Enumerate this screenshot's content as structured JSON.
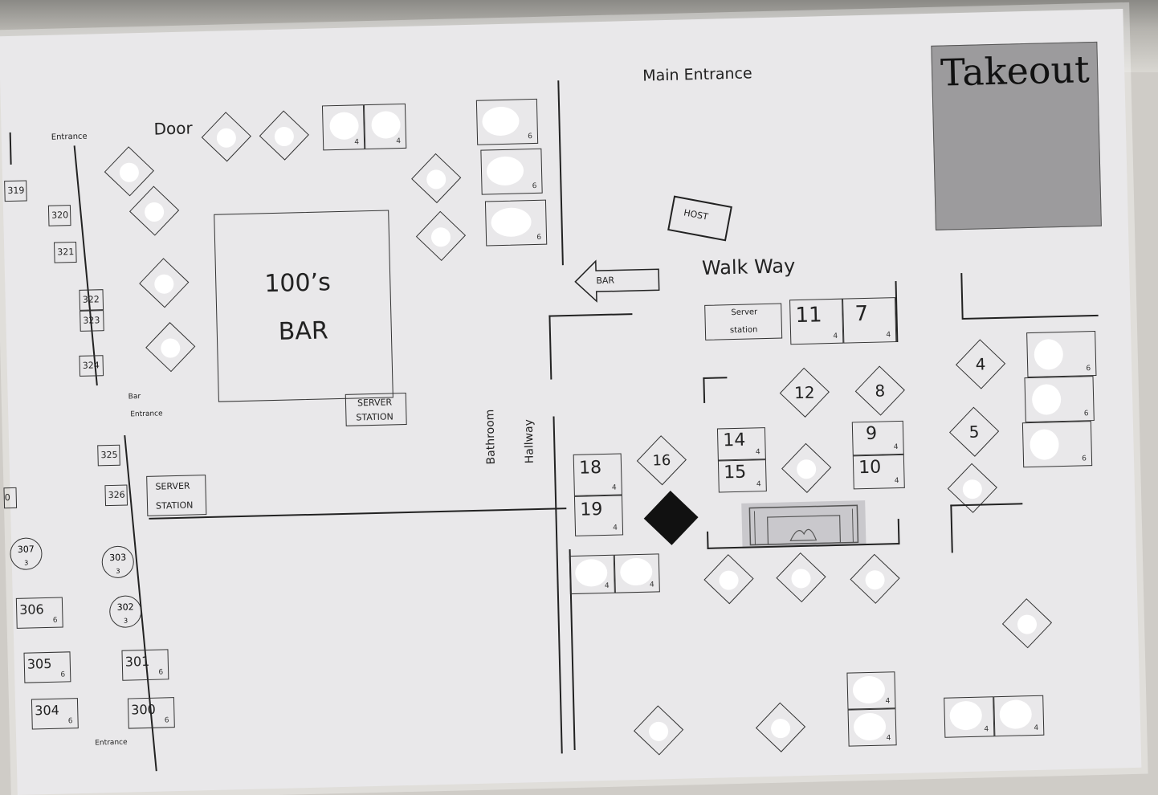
{
  "labels": {
    "main_entrance": "Main Entrance",
    "takeout": "Takeout",
    "door": "Door",
    "entrance_top": "Entrance",
    "entrance_bottom": "Entrance",
    "bar_entrance_1": "Bar",
    "bar_entrance_2": "Entrance",
    "bar_title_1": "100’s",
    "bar_title_2": "BAR",
    "server_station_1a": "SERVER",
    "server_station_1b": "STATION",
    "server_station_2a": "SERVER",
    "server_station_2b": "STATION",
    "server_station_3a": "Server",
    "server_station_3b": "station",
    "host": "HOST",
    "walk_way": "Walk Way",
    "bar_arrow": "BAR",
    "bathroom": "Bathroom",
    "hallway": "Hallway"
  },
  "tables_300s": [
    {
      "id": "319"
    },
    {
      "id": "320"
    },
    {
      "id": "321"
    },
    {
      "id": "322"
    },
    {
      "id": "323"
    },
    {
      "id": "324"
    },
    {
      "id": "325"
    },
    {
      "id": "326"
    }
  ],
  "tables_300_booths": [
    {
      "id": "306",
      "cap": "6"
    },
    {
      "id": "305",
      "cap": "6"
    },
    {
      "id": "304",
      "cap": "6"
    },
    {
      "id": "301",
      "cap": "6"
    },
    {
      "id": "300",
      "cap": "6"
    }
  ],
  "round_tables": [
    {
      "id": "307",
      "cap": "3"
    },
    {
      "id": "303",
      "cap": "3"
    },
    {
      "id": "302",
      "cap": "3"
    }
  ],
  "edge_fragment": "0",
  "main_tables": [
    {
      "id": "11",
      "cap": "4"
    },
    {
      "id": "7",
      "cap": "4"
    },
    {
      "id": "14",
      "cap": "4"
    },
    {
      "id": "15",
      "cap": "4"
    },
    {
      "id": "9",
      "cap": "4"
    },
    {
      "id": "10",
      "cap": "4"
    },
    {
      "id": "18",
      "cap": "4"
    },
    {
      "id": "19",
      "cap": "4"
    }
  ],
  "diamond_tables": [
    {
      "id": "12"
    },
    {
      "id": "8"
    },
    {
      "id": "16"
    },
    {
      "id": "4"
    },
    {
      "id": "5"
    }
  ],
  "caps": {
    "six": "6",
    "four": "4"
  }
}
